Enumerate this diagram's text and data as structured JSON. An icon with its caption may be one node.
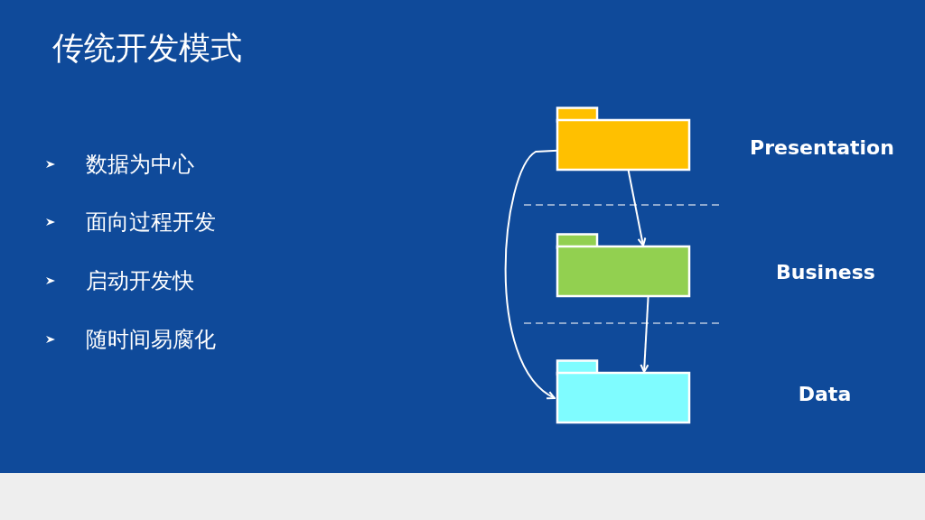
{
  "diagram": {
    "title": "传统开发模式",
    "nodes": [
      {
        "text": [],
        "shape": "box"
      },
      {
        "text": [],
        "shape": "box"
      },
      {
        "text": [],
        "shape": "box"
      }
    ],
    "edges": [
      {
        "from": 0,
        "to": 1,
        "arrow": "to"
      },
      {
        "from": 1,
        "to": 2,
        "arrow": "to"
      },
      {
        "from": 0,
        "to": 2,
        "arrow": "to"
      }
    ],
    "labels": [
      "数据为中心",
      "面向过程开发",
      "启动开发快",
      "随时间易腐化",
      "Presentation",
      "Business",
      "Data"
    ]
  }
}
